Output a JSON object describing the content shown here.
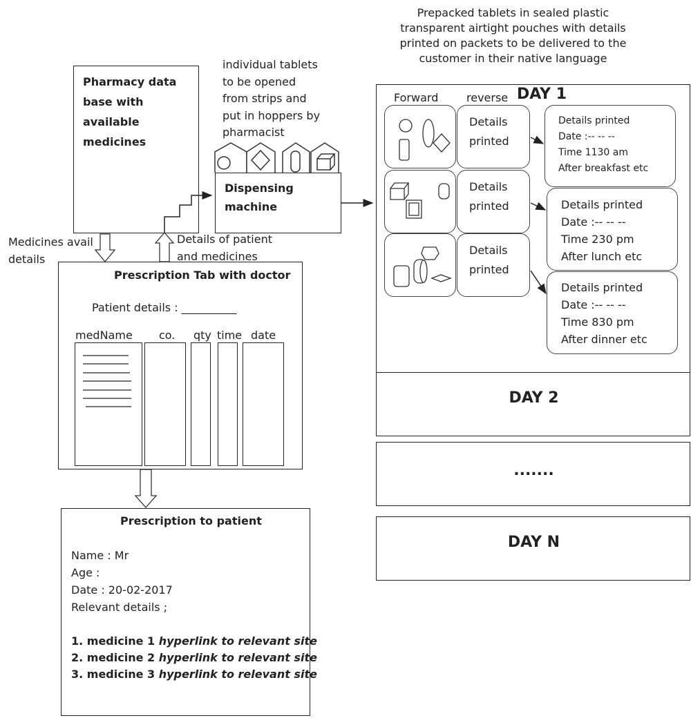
{
  "top_caption": "Prepacked tablets in sealed plastic\ntransparent airtight pouches with details\nprinted on packets to be delivered to the\ncustomer in their native language",
  "pharmacy_db": {
    "label": "Pharmacy data\nbase with\navailable\nmedicines"
  },
  "hopper_note": "individual tablets\nto be opened\nfrom strips and\nput in hoppers by\npharmacist",
  "dispensing": {
    "label": "Dispensing\nmachine"
  },
  "labels": {
    "medicines_avail": "Medicines avail\ndetails",
    "details_of_patient": "Details of patient\nand medicines"
  },
  "prescription_tab": {
    "title": "Prescription Tab with doctor",
    "patient_details": "Patient details : __________",
    "columns": [
      "medName",
      "co.",
      "qty",
      "time",
      "date"
    ]
  },
  "prescription_patient": {
    "title": "Prescription to patient",
    "name": "Name : Mr",
    "age": "Age :",
    "date": "Date : 20-02-2017",
    "relevant": "Relevant details ;",
    "medicines": [
      {
        "num": "1. medicine 1",
        "link": "hyperlink to relevant site"
      },
      {
        "num": "2. medicine 2",
        "link": "hyperlink to relevant site"
      },
      {
        "num": "3. medicine 3",
        "link": "hyperlink to relevant site"
      }
    ]
  },
  "day1": {
    "forward": "Forward",
    "reverse": "reverse",
    "title": "DAY 1",
    "reverse_label": "Details\nprinted",
    "pouches": [
      {
        "title": "Details printed",
        "date": "Date :-- -- --",
        "time": "Time 1130 am",
        "note": "After breakfast etc"
      },
      {
        "title": "Details printed",
        "date": "Date :-- -- --",
        "time": "Time 230 pm",
        "note": "After lunch etc"
      },
      {
        "title": "Details printed",
        "date": "Date :-- -- --",
        "time": "Time 830 pm",
        "note": "After dinner etc"
      }
    ]
  },
  "days": [
    "DAY 2",
    ".......",
    "DAY N"
  ]
}
